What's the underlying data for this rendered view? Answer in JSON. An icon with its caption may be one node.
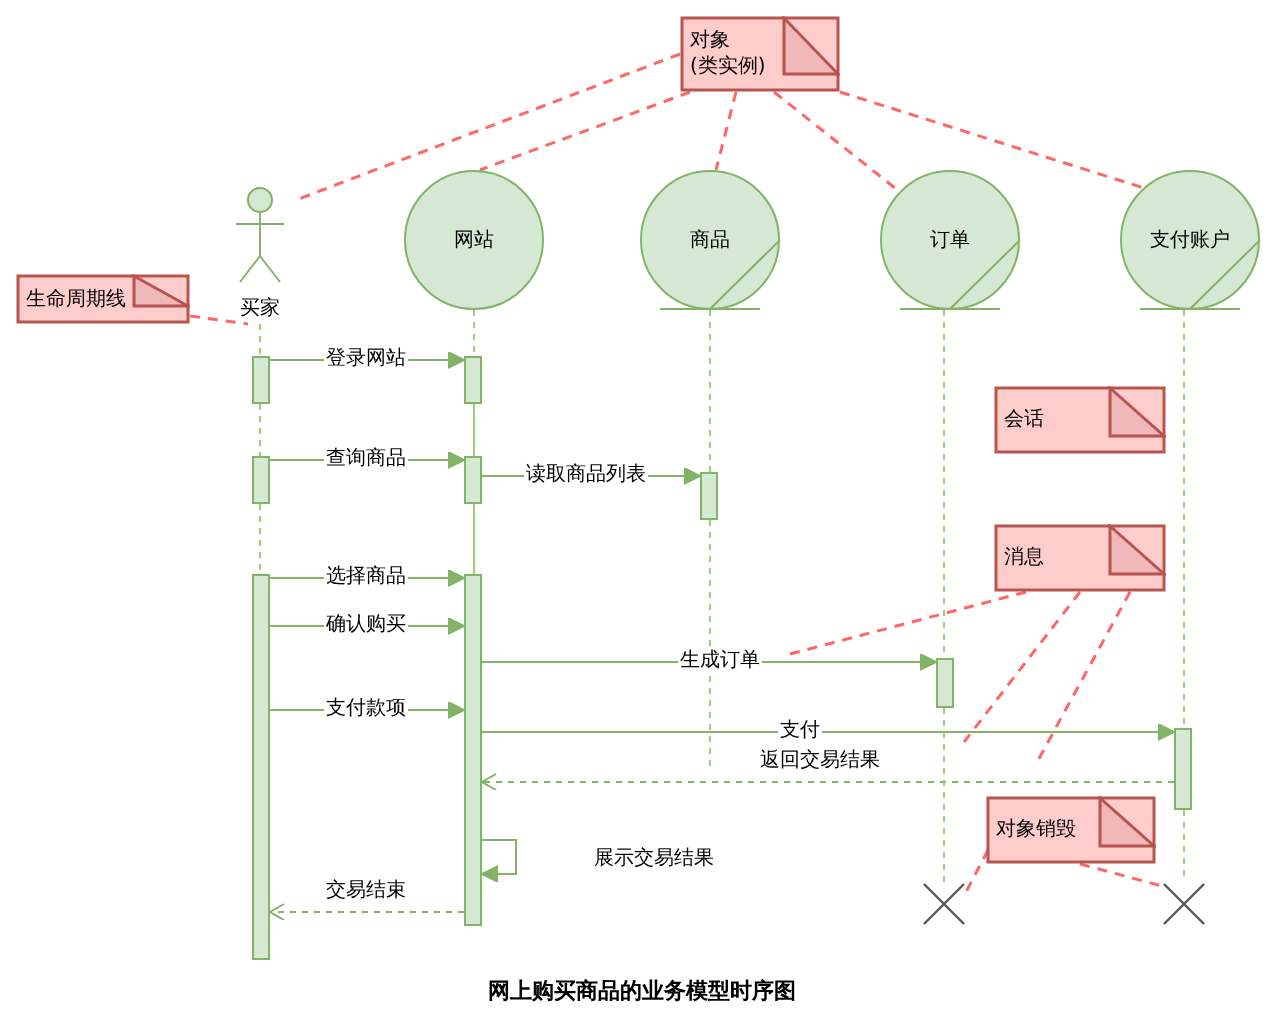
{
  "diagram": {
    "caption": "网上购买商品的业务模型时序图",
    "nodes": [
      {
        "text": [
          "对象(类实例)"
        ]
      },
      {
        "text": [
          "买家"
        ]
      },
      {
        "text": [
          "网站"
        ]
      },
      {
        "text": [
          "商品"
        ]
      },
      {
        "text": [
          "订单"
        ]
      },
      {
        "text": [
          "支付账户"
        ]
      },
      {
        "text": [
          "生命周期线"
        ]
      },
      {
        "text": [],
        "shape": "bar"
      },
      {
        "text": [],
        "shape": "bar"
      },
      {
        "text": [
          "会话"
        ]
      },
      {
        "text": [],
        "shape": "bar"
      },
      {
        "text": [],
        "shape": "bar"
      },
      {
        "text": [],
        "shape": "bar"
      },
      {
        "text": [
          "消息"
        ]
      },
      {
        "text": [],
        "shape": "bar"
      },
      {
        "text": [],
        "shape": "bar"
      },
      {
        "text": [],
        "shape": "bar"
      },
      {
        "text": [],
        "shape": "bar"
      },
      {
        "text": [
          "对象销毁"
        ]
      },
      {
        "text": [],
        "shape": "cross"
      },
      {
        "text": [],
        "shape": "cross"
      }
    ],
    "edges": [
      {
        "from": 7,
        "to": 8,
        "arrow": "to",
        "label": "登录网站"
      },
      {
        "from": 10,
        "to": 11,
        "arrow": "to",
        "label": "查询商品"
      },
      {
        "from": 11,
        "to": 12,
        "arrow": "to",
        "label": "读取商品列表"
      },
      {
        "from": 14,
        "to": 15,
        "arrow": "to",
        "label": "选择商品"
      },
      {
        "from": 14,
        "to": 15,
        "arrow": "to",
        "label": "确认购买"
      },
      {
        "from": 15,
        "to": 16,
        "arrow": "to",
        "label": "生成订单"
      },
      {
        "from": 14,
        "to": 15,
        "arrow": "to",
        "label": "支付款项"
      },
      {
        "from": 15,
        "to": 17,
        "arrow": "to",
        "label": "支付"
      },
      {
        "from": 17,
        "to": 15,
        "arrow": "to",
        "label": "返回交易结果",
        "style": "dashed"
      },
      {
        "from": 15,
        "to": 15,
        "arrow": "to",
        "label": "展示交易结果"
      },
      {
        "from": 15,
        "to": 14,
        "arrow": "to",
        "label": "交易结束",
        "style": "dashed"
      },
      {
        "from": 0,
        "to": 1,
        "arrow": "none",
        "style": "dashed",
        "color": "#ff6666"
      },
      {
        "from": 0,
        "to": 2,
        "arrow": "none",
        "style": "dashed",
        "color": "#ff6666"
      },
      {
        "from": 0,
        "to": 3,
        "arrow": "none",
        "style": "dashed",
        "color": "#ff6666"
      },
      {
        "from": 0,
        "to": 4,
        "arrow": "none",
        "style": "dashed",
        "color": "#ff6666"
      },
      {
        "from": 0,
        "to": 5,
        "arrow": "none",
        "style": "dashed",
        "color": "#ff6666"
      },
      {
        "from": 6,
        "to": 1,
        "arrow": "none",
        "style": "dashed",
        "color": "#ff6666"
      },
      {
        "from": 13,
        "to": null,
        "arrow": "none",
        "style": "dashed",
        "color": "#ff6666"
      },
      {
        "from": 13,
        "to": null,
        "arrow": "none",
        "style": "dashed",
        "color": "#ff6666"
      },
      {
        "from": 13,
        "to": null,
        "arrow": "none",
        "style": "dashed",
        "color": "#ff6666"
      },
      {
        "from": 18,
        "to": 19,
        "arrow": "none",
        "style": "dashed",
        "color": "#ff6666"
      },
      {
        "from": 18,
        "to": 20,
        "arrow": "none",
        "style": "dashed",
        "color": "#ff6666"
      },
      {
        "from": 1,
        "to": 7,
        "arrow": "none",
        "style": "dashed"
      },
      {
        "from": 7,
        "to": 10,
        "arrow": "none",
        "style": "dashed"
      },
      {
        "from": 10,
        "to": 14,
        "arrow": "none",
        "style": "dashed"
      },
      {
        "from": 2,
        "to": 8,
        "arrow": "none",
        "style": "dashed"
      },
      {
        "from": 8,
        "to": 11,
        "arrow": "none"
      },
      {
        "from": 11,
        "to": 15,
        "arrow": "none"
      },
      {
        "from": 3,
        "to": 12,
        "arrow": "none",
        "style": "dashed"
      },
      {
        "from": 12,
        "to": null,
        "arrow": "none",
        "style": "dashed"
      },
      {
        "from": 4,
        "to": 16,
        "arrow": "none",
        "style": "dashed"
      },
      {
        "from": 16,
        "to": 19,
        "arrow": "none",
        "style": "dashed"
      },
      {
        "from": 5,
        "to": 17,
        "arrow": "none",
        "style": "dashed"
      },
      {
        "from": 17,
        "to": 20,
        "arrow": "none",
        "style": "dashed"
      }
    ]
  }
}
